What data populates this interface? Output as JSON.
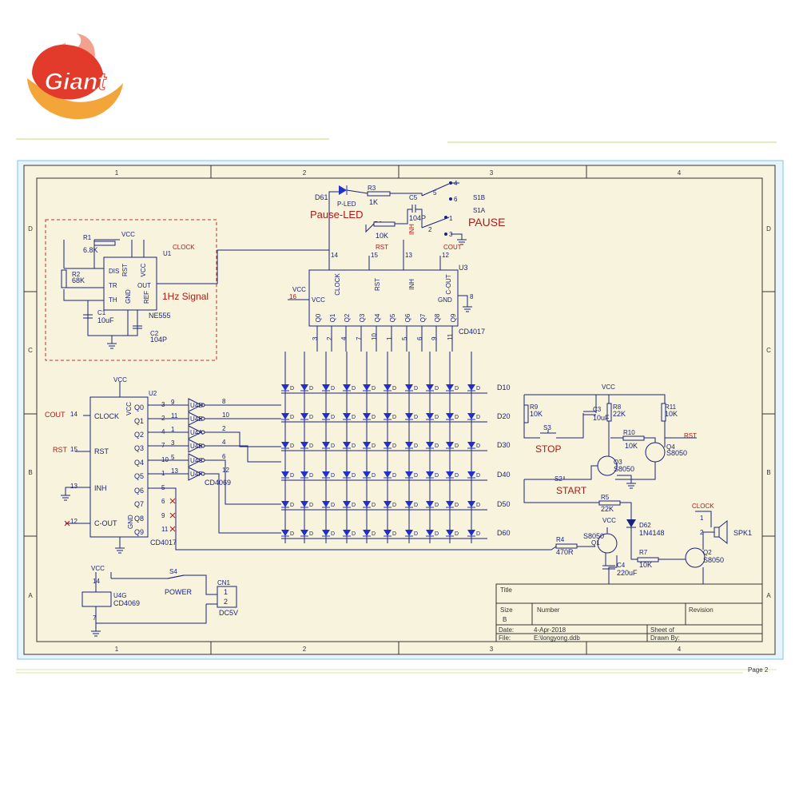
{
  "brand": {
    "logo_text": "Giant"
  },
  "page_label": "Page 2",
  "colors": {
    "paper": "#f8f3dc",
    "wire": "#1a237e",
    "component": "#1f2a8a",
    "label_red": "#b01818",
    "led": "#2130c8",
    "frame": "#333333",
    "logo": "#e33b2b"
  },
  "grid": {
    "columns": [
      "1",
      "2",
      "3",
      "4"
    ],
    "rows": [
      "D",
      "C",
      "B",
      "A"
    ]
  },
  "timer": {
    "ref": "U1",
    "part": "NE555",
    "pins": [
      "RST",
      "VCC",
      "DIS",
      "TR",
      "OUT",
      "TH",
      "GND",
      "REF"
    ],
    "signal_label": "1Hz Signal",
    "r1": [
      "R1",
      "6.8K"
    ],
    "r2": [
      "R2",
      "68K"
    ],
    "c1": [
      "C1",
      "10uF"
    ],
    "c2": [
      "C2",
      "104P"
    ],
    "vcc": "VCC",
    "clock": "CLOCK"
  },
  "counter_top": {
    "ref": "U3",
    "part": "CD4017",
    "pins_top": [
      "CLOCK",
      "RST",
      "INH",
      "C-OUT"
    ],
    "pins_bottom": [
      "Q0",
      "Q1",
      "Q2",
      "Q3",
      "Q4",
      "Q5",
      "Q6",
      "Q7",
      "Q8",
      "Q9"
    ],
    "pin_nums_top": [
      "14",
      "15",
      "13",
      "12"
    ],
    "pin_nums_bottom": [
      "3",
      "2",
      "4",
      "7",
      "10",
      "1",
      "5",
      "6",
      "9",
      "11"
    ],
    "vcc": "VCC",
    "vcc_pin": "16",
    "gnd": "GND",
    "gnd_pin": "8",
    "rst": "RST",
    "inh": "INH",
    "cout": "COUT"
  },
  "pause": {
    "led_ref": "D61",
    "led_name": "P-LED",
    "led_label": "Pause-LED",
    "r3": [
      "R3",
      "1K"
    ],
    "r6": [
      "R6",
      "10K"
    ],
    "c5": [
      "C5",
      "104P"
    ],
    "s1b": "S1B",
    "s1a": "S1A",
    "label": "PAUSE",
    "pins": [
      "4",
      "5",
      "6",
      "1",
      "2",
      "3"
    ]
  },
  "counter_left": {
    "ref": "U2",
    "part": "CD4017",
    "vcc": "VCC",
    "gnd": "GND",
    "pins_left": [
      "CLOCK",
      "RST",
      "INH",
      "C-OUT"
    ],
    "pin_nums_left": [
      "14",
      "15",
      "13",
      "12"
    ],
    "pins_right": [
      "Q0",
      "Q1",
      "Q2",
      "Q3",
      "Q4",
      "Q5",
      "Q6",
      "Q7",
      "Q8",
      "Q9"
    ],
    "pin_nums_right": [
      "3",
      "2",
      "4",
      "7",
      "10",
      "1",
      "5",
      "6",
      "9",
      "11"
    ],
    "cout": "COUT",
    "rst": "RST"
  },
  "inverters": {
    "refs": [
      "U4D",
      "U4E",
      "U4A",
      "U4B",
      "U4C",
      "U4F"
    ],
    "in_pins": [
      "9",
      "11",
      "1",
      "3",
      "5",
      "13"
    ],
    "out_pins": [
      "8",
      "10",
      "2",
      "4",
      "6",
      "12"
    ],
    "part": "CD4069"
  },
  "led_matrix": {
    "row_end_labels": [
      "D10",
      "D20",
      "D30",
      "D40",
      "D50",
      "D60"
    ],
    "cell_prefix": "D"
  },
  "control": {
    "r9": [
      "R9",
      "10K"
    ],
    "c3": [
      "C3",
      "10uF"
    ],
    "r8": [
      "R8",
      "22K"
    ],
    "r11": [
      "R11",
      "10K"
    ],
    "r10": [
      "R10",
      "10K"
    ],
    "q4": [
      "Q4",
      "S8050"
    ],
    "q3": [
      "Q3",
      "S8050"
    ],
    "s3": "S3",
    "stop": "STOP",
    "s2": "S2",
    "start": "START",
    "r5": [
      "R5",
      "22K"
    ],
    "d62": [
      "D62",
      "1N4148"
    ],
    "vcc": "VCC",
    "rst": "RST"
  },
  "sound": {
    "q1": [
      "Q1",
      "S8050"
    ],
    "r4": [
      "R4",
      "470R"
    ],
    "c4": [
      "C4",
      "220uF"
    ],
    "r7": [
      "R7",
      "10K"
    ],
    "q2": [
      "Q2",
      "S8050"
    ],
    "spk": "SPK1",
    "clock": "CLOCK",
    "vcc": "VCC",
    "spk_pins": [
      "1",
      "2"
    ]
  },
  "power": {
    "vcc": "VCC",
    "u4g": [
      "U4G",
      "CD4069"
    ],
    "u4g_pins": [
      "14",
      "7"
    ],
    "s4": "S4",
    "label": "POWER",
    "cn1": "CN1",
    "cn_pins": [
      "1",
      "2"
    ],
    "dc": "DC5V"
  },
  "title_block": {
    "title": "Title",
    "size": "Size",
    "size_val": "B",
    "number": "Number",
    "revision": "Revision",
    "date": "Date:",
    "date_val": "4-Apr-2018",
    "sheet": "Sheet    of",
    "file": "File:",
    "file_val": "E:\\longyong.ddb",
    "drawn": "Drawn By:"
  }
}
